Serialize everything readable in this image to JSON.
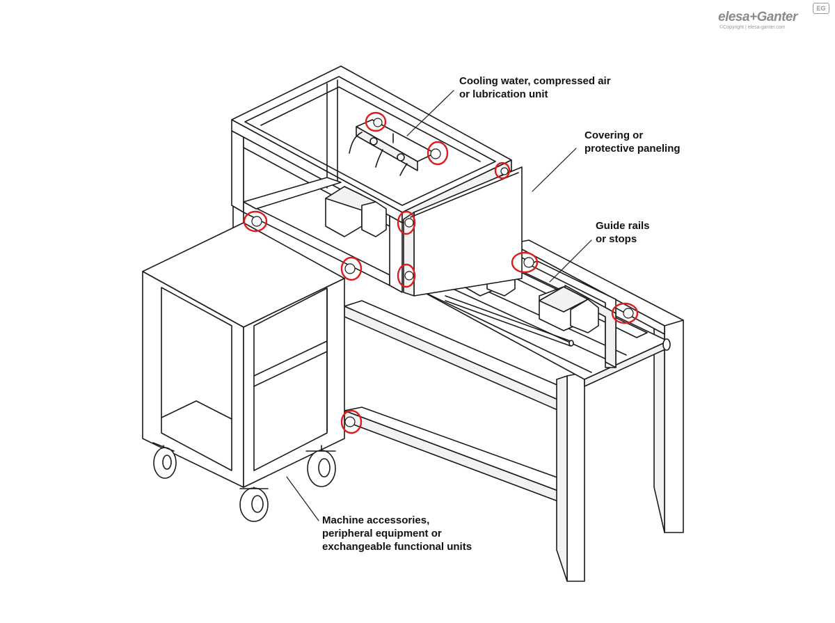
{
  "brand": {
    "name": "elesa+Ganter",
    "copyright": "©Copyright | elesa-ganter.com",
    "badge": "EG"
  },
  "callouts": [
    {
      "id": "cooling",
      "lines": [
        "Cooling water, compressed air",
        "or lubrication unit"
      ]
    },
    {
      "id": "covering",
      "lines": [
        "Covering or",
        "protective paneling"
      ]
    },
    {
      "id": "guide",
      "lines": [
        "Guide rails",
        "or stops"
      ]
    },
    {
      "id": "accessories",
      "lines": [
        "Machine accessories,",
        "peripheral equipment or",
        "exchangeable functional units"
      ]
    }
  ],
  "colors": {
    "line": "#1a1a1a",
    "highlight": "#e01a1a",
    "fill": "#ffffff",
    "shade": "#f2f2f2"
  }
}
